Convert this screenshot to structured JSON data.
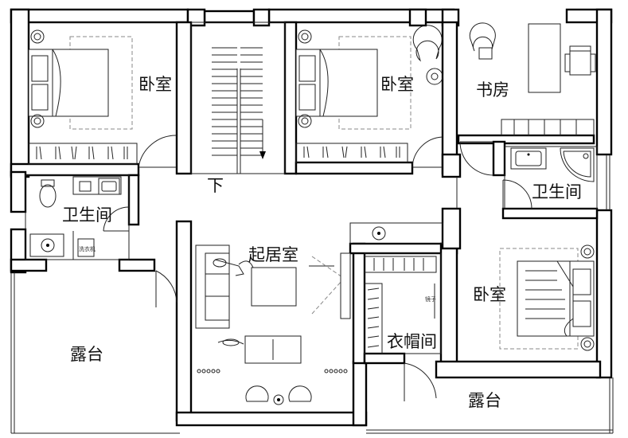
{
  "rooms": {
    "bedroom_nw": "卧室",
    "bedroom_n": "卧室",
    "study": "书房",
    "bathroom_e": "卫生间",
    "bathroom_w": "卫生间",
    "living": "起居室",
    "bedroom_se": "卧室",
    "closet": "衣帽间",
    "terrace_w": "露台",
    "terrace_s": "露台"
  },
  "stairs": {
    "direction_label": "下"
  },
  "fixtures": {
    "washer_label": "洗衣机",
    "mirror_label": "镜子"
  }
}
